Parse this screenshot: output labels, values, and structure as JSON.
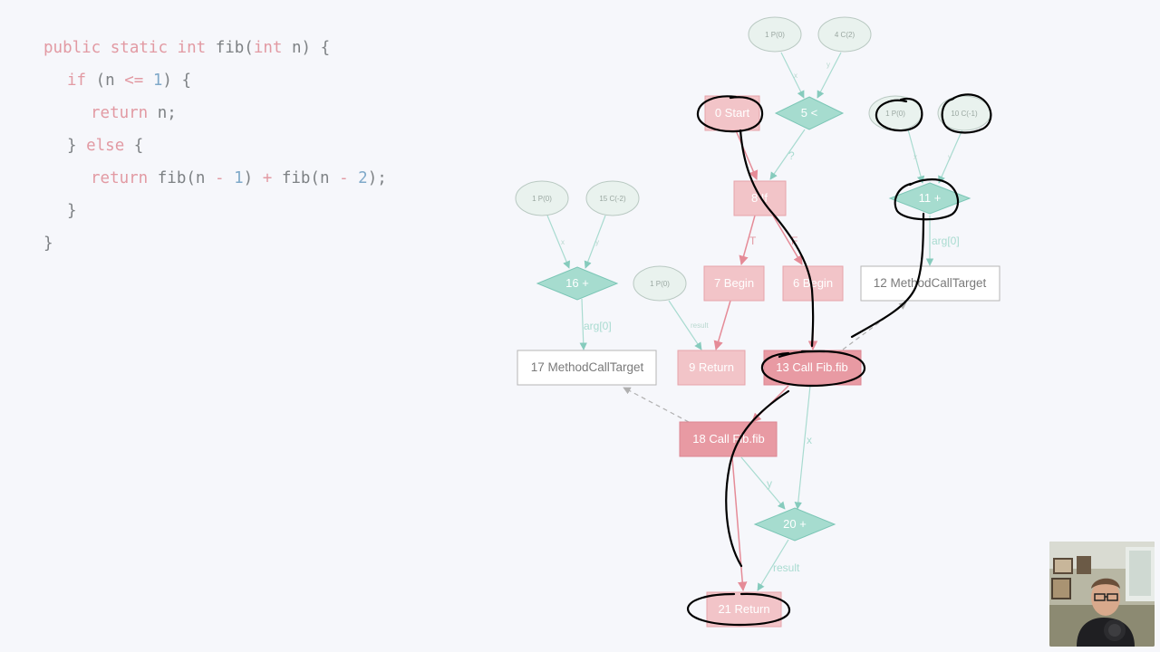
{
  "code": {
    "line1": {
      "kw1": "public",
      "kw2": "static",
      "kw3": "int",
      "name": "fib(",
      "kw4": "int",
      "rest": "n) {"
    },
    "line2": {
      "kw": "if",
      "open": "(n",
      "op": "<=",
      "num": "1",
      "close": ") {"
    },
    "line3": {
      "kw": "return",
      "rest": "n;"
    },
    "line4": {
      "close": "}",
      "kw": "else",
      "open": "{"
    },
    "line5": {
      "kw": "return",
      "a": "fib(n",
      "op1": "-",
      "n1": "1",
      "b": ")",
      "op2": "+",
      "c": "fib(n",
      "op3": "-",
      "n2": "2",
      "d": ");"
    },
    "line6": {
      "close": "}"
    },
    "line7": {
      "close": "}"
    }
  },
  "graph": {
    "nodes": {
      "p0_top": "1 P(0)",
      "c2": "4 C(2)",
      "start": "0 Start",
      "lt": "5 <",
      "p0_right": "1 P(0)",
      "cm1": "10 C(-1)",
      "if": "8 If",
      "plus11": "11 +",
      "p0_left": "1 P(0)",
      "cm2": "15 C(-2)",
      "plus16": "16 +",
      "p0_mid": "1 P(0)",
      "begin7": "7 Begin",
      "begin6": "6 Begin",
      "mct12": "12 MethodCallTarget",
      "mct17": "17 MethodCallTarget",
      "ret9": "9 Return",
      "call13": "13 Call Fib.fib",
      "call18": "18 Call Fib.fib",
      "plus20": "20 +",
      "ret21": "21 Return"
    },
    "edges": {
      "x1": "x",
      "y1": "y",
      "cond": "?",
      "t": "T",
      "f": "F",
      "x2": "x",
      "y2": "y",
      "arg12": "arg[0]",
      "x3": "x",
      "y3": "y",
      "arg17": "arg[0]",
      "result9": "result",
      "x20": "x",
      "y20": "y",
      "result21": "result"
    }
  },
  "colors": {
    "pink_fill": "#f2c4c8",
    "pink_stroke": "#e6a3aa",
    "pink_dark": "#e89aa3",
    "teal_fill": "#a6dccf",
    "teal_stroke": "#7cc6b6",
    "ellipse_fill": "#e9f2ee",
    "ellipse_stroke": "#b9c9c2",
    "white_box": "#ffffff",
    "gray_box_stroke": "#b5b5b5",
    "annotation": "#000000"
  },
  "icons": [
    "webcam-presenter-thumbnail"
  ]
}
